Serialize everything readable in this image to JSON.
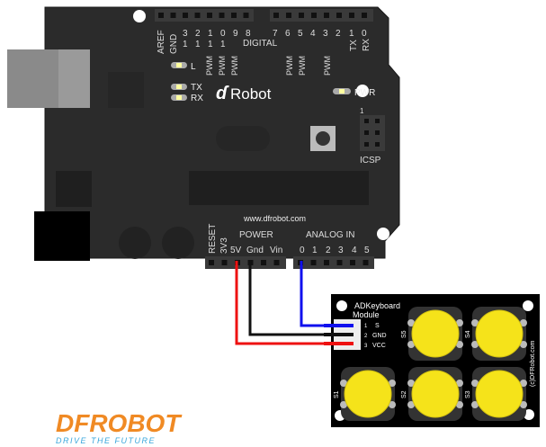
{
  "board": {
    "top_labels_left": [
      "AREF",
      "GND"
    ],
    "digital_nums": [
      "3",
      "2",
      "1",
      "0",
      "9",
      "8",
      "7",
      "6",
      "5",
      "4",
      "3",
      "2",
      "1",
      "0"
    ],
    "digital_sub": [
      "1",
      "1",
      "1",
      "1"
    ],
    "digital_label": "DIGITAL",
    "pwm": "PWM",
    "tx_rx_pins": [
      "TX",
      "RX"
    ],
    "led_l": "L",
    "led_tx": "TX",
    "led_rx": "RX",
    "led_pwr": "PWR",
    "brand": "Robot",
    "icsp": "ICSP",
    "icsp_num": "1",
    "url": "www.dfrobot.com",
    "reset": "RESET",
    "v33": "3V3",
    "power_label": "POWER",
    "power_pins": [
      "5V",
      "Gnd",
      "Vin"
    ],
    "analog_label": "ANALOG IN",
    "analog_pins": [
      "0",
      "1",
      "2",
      "3",
      "4",
      "5"
    ]
  },
  "module": {
    "title_line1": "ADKeyboard",
    "title_line2": "Module",
    "pins": [
      {
        "num": "1",
        "name": "S"
      },
      {
        "num": "2",
        "name": "GND"
      },
      {
        "num": "3",
        "name": "VCC"
      }
    ],
    "buttons": [
      "S5",
      "S4",
      "S1",
      "S2",
      "S3"
    ],
    "credit": "(c)DFRobot.com"
  },
  "wires": {
    "signal": "#1010ee",
    "ground": "#111111",
    "power": "#ee1111"
  },
  "logo": {
    "name": "DFROBOT",
    "tagline": "DRIVE THE FUTURE",
    "color": "#f08a24",
    "tag_color": "#3aa7dc"
  }
}
